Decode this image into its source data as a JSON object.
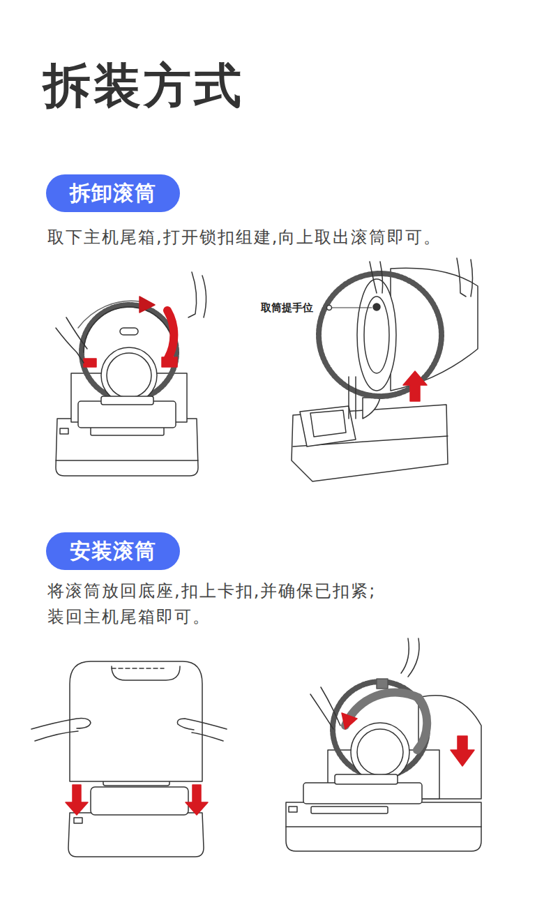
{
  "diagram": {
    "title": "拆装方式",
    "nodes": [
      {
        "text": [
          "拆卸滚筒"
        ]
      },
      {
        "text": [
          "安装滚筒"
        ]
      }
    ],
    "labels": [
      "取下主机尾箱,打开锁扣组建,向上取出滚筒即可。",
      "取筒提手位",
      "将滚筒放回底座,扣上卡扣,并确保已扣紧; 装回主机尾箱即可。"
    ]
  }
}
